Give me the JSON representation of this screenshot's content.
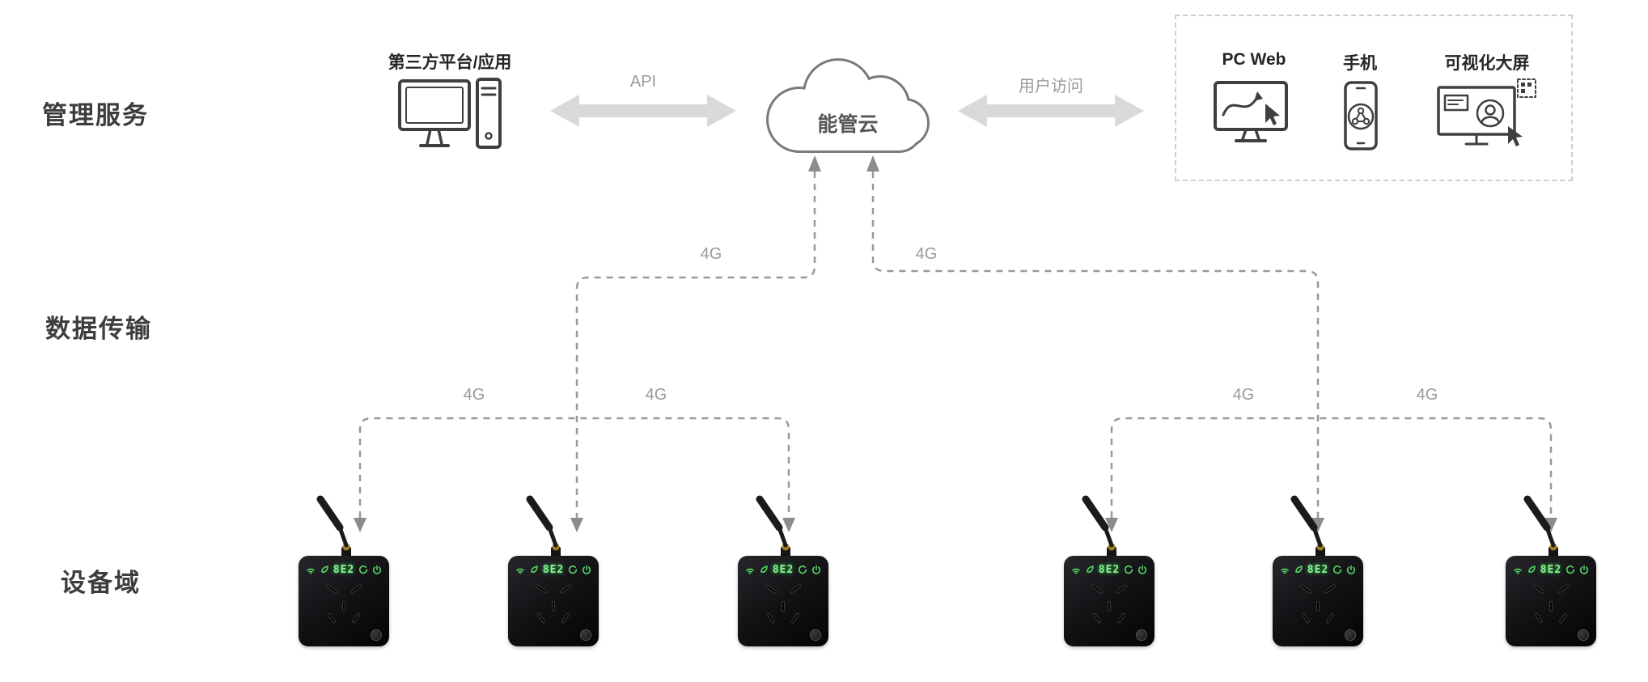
{
  "layers": {
    "management": "管理服务",
    "transmission": "数据传输",
    "devices": "设备域"
  },
  "management": {
    "third_party_label": "第三方平台/应用"
  },
  "cloud": {
    "label": "能管云"
  },
  "links": {
    "api": "API",
    "user_access": "用户访问"
  },
  "clients": {
    "pc_web": "PC Web",
    "mobile": "手机",
    "big_screen": "可视化大屏"
  },
  "transmission": {
    "g4_labels": [
      "4G",
      "4G",
      "4G",
      "4G",
      "4G",
      "4G"
    ]
  },
  "devices": {
    "count": 6,
    "led_text": "8E2"
  },
  "colors": {
    "accent_green": "#52d463",
    "dashed_line": "#999999",
    "solid_arrow": "#d9d9d9",
    "icon_stroke": "#3f3f3f"
  },
  "icons": {
    "cloud": "cloud outline shape",
    "desktop-pc": "monitor with tower",
    "pc-web": "monitor with vector cursor",
    "mobile-phone": "smartphone with share nodes",
    "big-screen": "dashboard screen with avatar and cursor",
    "device": "smart socket with antenna and LED"
  }
}
